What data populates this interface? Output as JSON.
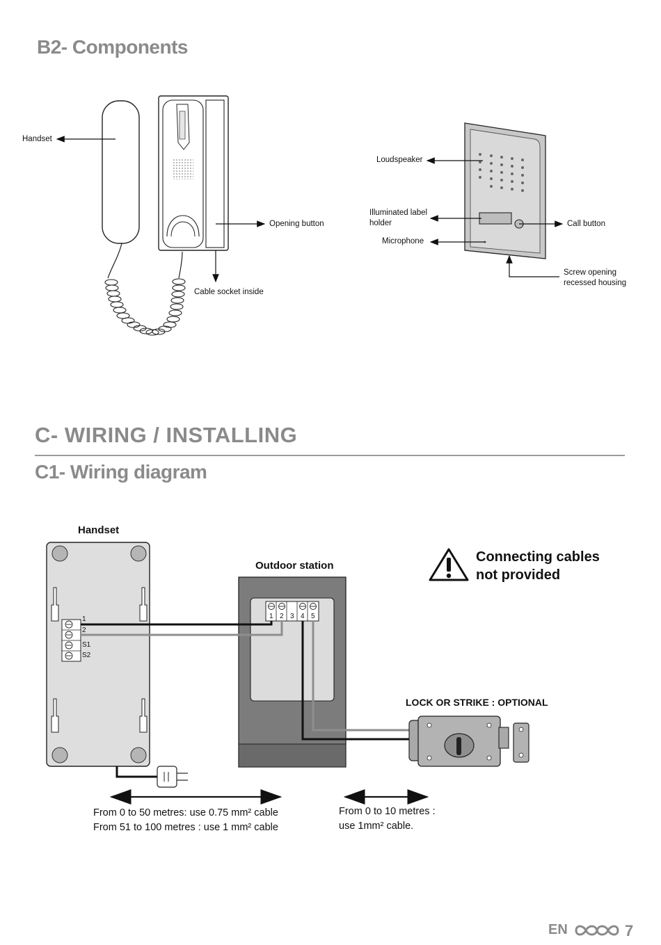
{
  "sections": {
    "b2_title": "B2- Components",
    "c_title": "C- WIRING / INSTALLING",
    "c1_title": "C1- Wiring diagram"
  },
  "components": {
    "handset_label": "Handset",
    "opening_button": "Opening button",
    "cable_socket": "Cable socket inside",
    "loudspeaker": "Loudspeaker",
    "label_holder_line1": "Illuminated label",
    "label_holder_line2": "holder",
    "microphone": "Microphone",
    "call_button": "Call button",
    "screw_line1": "Screw opening",
    "screw_line2": "recessed housing"
  },
  "wiring": {
    "handset_title": "Handset",
    "outdoor_title": "Outdoor station",
    "warning_line1": "Connecting cables",
    "warning_line2": "not provided",
    "lock_title": "LOCK OR STRIKE : OPTIONAL",
    "handset_terminals": [
      "1",
      "2",
      "S1",
      "S2"
    ],
    "outdoor_terminals": [
      "1",
      "2",
      "3",
      "4",
      "5"
    ],
    "cable_left_line1": "From 0 to 50 metres: use 0.75 mm² cable",
    "cable_left_line2": "From  51 to 100 metres : use 1 mm² cable",
    "cable_right_line1": "From 0 to 10 metres :",
    "cable_right_line2": "use 1mm² cable."
  },
  "footer": {
    "lang": "EN",
    "page": "7"
  },
  "colors": {
    "heading_gray": "#8a8a8a",
    "panel_gray": "#dcdcdc",
    "station_gray": "#7a7a7a"
  }
}
